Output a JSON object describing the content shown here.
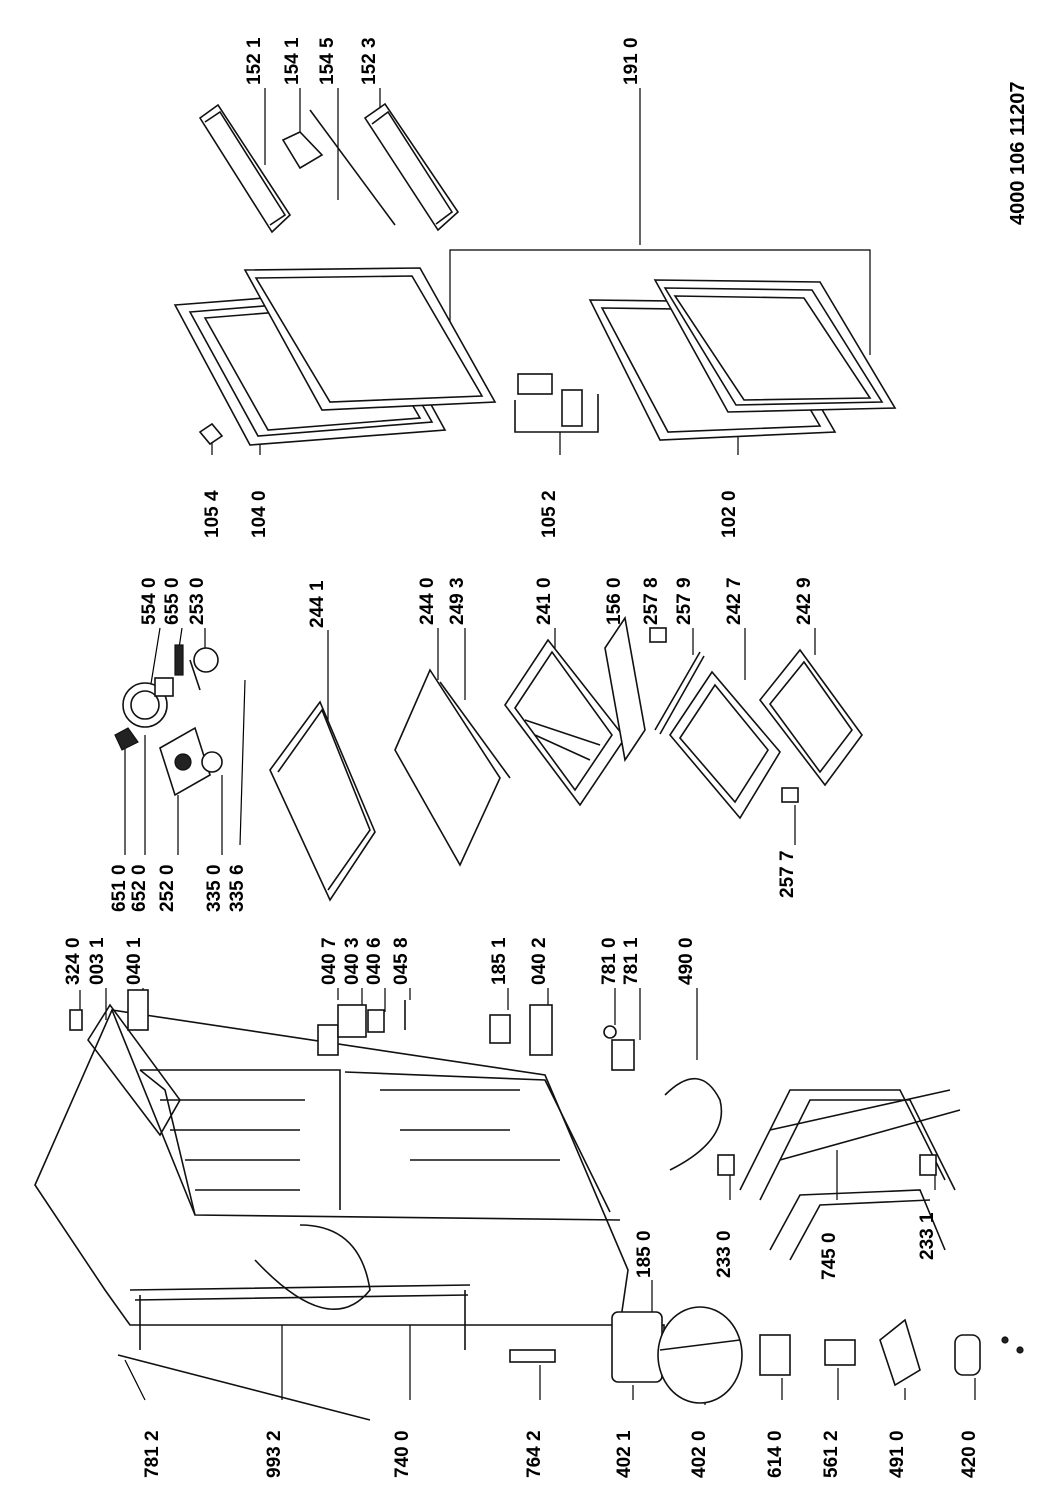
{
  "document_number": "4000 106 11207",
  "part_labels": [
    {
      "id": "p1521",
      "code": "152 1"
    },
    {
      "id": "p1541",
      "code": "154 1"
    },
    {
      "id": "p1545",
      "code": "154 5"
    },
    {
      "id": "p1523",
      "code": "152 3"
    },
    {
      "id": "p1910",
      "code": "191 0"
    },
    {
      "id": "p5540",
      "code": "554 0"
    },
    {
      "id": "p6550",
      "code": "655 0"
    },
    {
      "id": "p2530",
      "code": "253 0"
    },
    {
      "id": "p2441",
      "code": "244 1"
    },
    {
      "id": "p2440",
      "code": "244 0"
    },
    {
      "id": "p2493",
      "code": "249 3"
    },
    {
      "id": "p2410",
      "code": "241 0"
    },
    {
      "id": "p1560",
      "code": "156 0"
    },
    {
      "id": "p2578",
      "code": "257 8"
    },
    {
      "id": "p2579",
      "code": "257 9"
    },
    {
      "id": "p2427",
      "code": "242 7"
    },
    {
      "id": "p2429",
      "code": "242 9"
    },
    {
      "id": "p1054",
      "code": "105 4"
    },
    {
      "id": "p1040",
      "code": "104 0"
    },
    {
      "id": "p1052",
      "code": "105 2"
    },
    {
      "id": "p1020",
      "code": "102 0"
    },
    {
      "id": "p3240",
      "code": "324 0"
    },
    {
      "id": "p0031",
      "code": "003 1"
    },
    {
      "id": "p0401",
      "code": "040 1"
    },
    {
      "id": "p0407",
      "code": "040 7"
    },
    {
      "id": "p0403",
      "code": "040 3"
    },
    {
      "id": "p0406",
      "code": "040 6"
    },
    {
      "id": "p0458",
      "code": "045 8"
    },
    {
      "id": "p1851",
      "code": "185 1"
    },
    {
      "id": "p0402",
      "code": "040 2"
    },
    {
      "id": "p7810",
      "code": "781 0"
    },
    {
      "id": "p7811",
      "code": "781 1"
    },
    {
      "id": "p4900",
      "code": "490 0"
    },
    {
      "id": "p6510",
      "code": "651 0"
    },
    {
      "id": "p6520",
      "code": "652 0"
    },
    {
      "id": "p2520",
      "code": "252 0"
    },
    {
      "id": "p3350",
      "code": "335 0"
    },
    {
      "id": "p3356",
      "code": "335 6"
    },
    {
      "id": "p2577",
      "code": "257 7"
    },
    {
      "id": "p7812",
      "code": "781 2"
    },
    {
      "id": "p9932",
      "code": "993 2"
    },
    {
      "id": "p7400",
      "code": "740 0"
    },
    {
      "id": "p7642",
      "code": "764 2"
    },
    {
      "id": "p4021",
      "code": "402 1"
    },
    {
      "id": "p4020",
      "code": "402 0"
    },
    {
      "id": "p6140",
      "code": "614 0"
    },
    {
      "id": "p5612",
      "code": "561 2"
    },
    {
      "id": "p4910",
      "code": "491 0"
    },
    {
      "id": "p4200",
      "code": "420 0"
    },
    {
      "id": "p1850",
      "code": "185 0"
    },
    {
      "id": "p2330",
      "code": "233 0"
    },
    {
      "id": "p7450",
      "code": "745 0"
    },
    {
      "id": "p2331",
      "code": "233 1"
    }
  ]
}
